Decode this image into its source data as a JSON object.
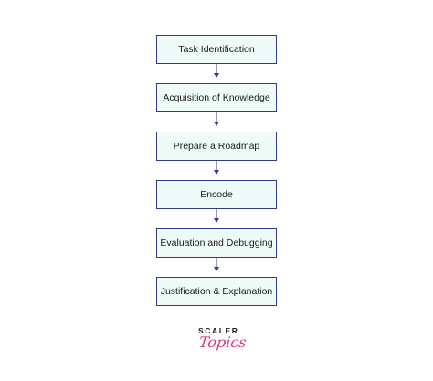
{
  "flowchart": {
    "steps": [
      "Task Identification",
      "Acquisition of Knowledge",
      "Prepare a Roadmap",
      "Encode",
      "Evaluation and Debugging",
      "Justification & Explanation"
    ]
  },
  "brand": {
    "top": "SCALER",
    "bottom": "Topics"
  },
  "colors": {
    "box_fill": "#effbf8",
    "box_border": "#2e3a8c",
    "brand_accent": "#d8357a"
  }
}
